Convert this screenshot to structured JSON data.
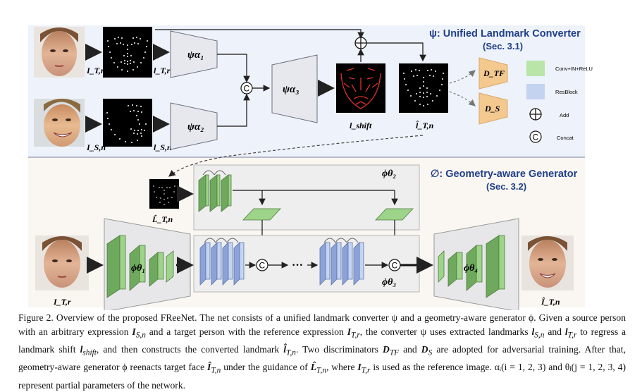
{
  "panel_top": {
    "title": "ψ: Unified Landmark Converter",
    "sec": "(Sec. 3.1)",
    "modules": {
      "alpha1": "ψα₁",
      "alpha2": "ψα₂",
      "alpha3": "ψα₃"
    },
    "labels": {
      "I_Tr": "I_T,r",
      "l_Tr": "l_T,r",
      "I_Sn": "I_S,n",
      "l_Sn": "l_S,n",
      "l_shift": "l_shift",
      "l_hat_Tn": "l̂_T,n"
    },
    "discriminators": {
      "dtf": "D_TF",
      "ds": "D_S"
    },
    "legend": [
      {
        "label": "Conv+IN+ReLU",
        "color": "#b9e6a8"
      },
      {
        "label": "ResBlock",
        "color": "#c3d3f0"
      },
      {
        "label": "Add",
        "symbol": "⊕"
      },
      {
        "label": "Concat",
        "symbol": "©"
      }
    ]
  },
  "panel_bottom": {
    "title": "∅: Geometry-aware Generator",
    "sec": "(Sec. 3.2)",
    "modules": {
      "theta1": "ϕθ₁",
      "theta2": "ϕθ₂",
      "theta3": "ϕθ₃",
      "theta4": "ϕθ₄"
    },
    "labels": {
      "L_hat_Tn": "L̂_T,n",
      "I_Tr": "I_T,r",
      "I_hat_Tn": "Î_T,n"
    }
  },
  "colors": {
    "green": "#9ed48a",
    "green_dark": "#6fa95d",
    "blue": "#b7c9ee",
    "blue_dark": "#8ba3d8",
    "orange": "#f3c98f",
    "title_blue": "#1f3f8a",
    "top_bg": "#eef2fa",
    "bottom_bg": "#faf6f1"
  },
  "caption": {
    "lead": "Figure 2. Overview of the proposed FReeNet. The net consists of a unified landmark converter ψ and a geometry-aware generator ϕ. Given a source person with an arbitrary expression",
    "s1": "and a target person with the reference expression",
    "s2": ", the converter ψ uses extracted landmarks",
    "s3": "and",
    "s4": "to regress a landmark shift",
    "s5": ", and then constructs the converted landmark",
    "s6": ". Two discriminators",
    "s7": "and",
    "s8": "are adopted for adversarial training. After that, geometry-aware generator ϕ reenacts target face",
    "s9": "under the guidance of",
    "s10": ", where",
    "s11": "is used as the reference image. αᵢ(i = 1, 2, 3) and θⱼ(j = 1, 2, 3, 4) represent partial parameters of the network.",
    "sym": {
      "ISn": "I",
      "ISn_sub": "S,n",
      "ITr": "I",
      "ITr_sub": "T,r",
      "lSn": "l",
      "lSn_sub": "S,n",
      "lTr": "l",
      "lTr_sub": "T,r",
      "lshift": "l",
      "lshift_sub": "shift",
      "lhat": "l̂",
      "lhat_sub": "T,n",
      "DTF": "D",
      "DTF_sub": "TF",
      "DS": "D",
      "DS_sub": "S",
      "Ihat": "Î",
      "Ihat_sub": "T,n",
      "Lhat": "L̂",
      "Lhat_sub": "T,n",
      "ITr2": "I",
      "ITr2_sub": "T,r"
    }
  }
}
